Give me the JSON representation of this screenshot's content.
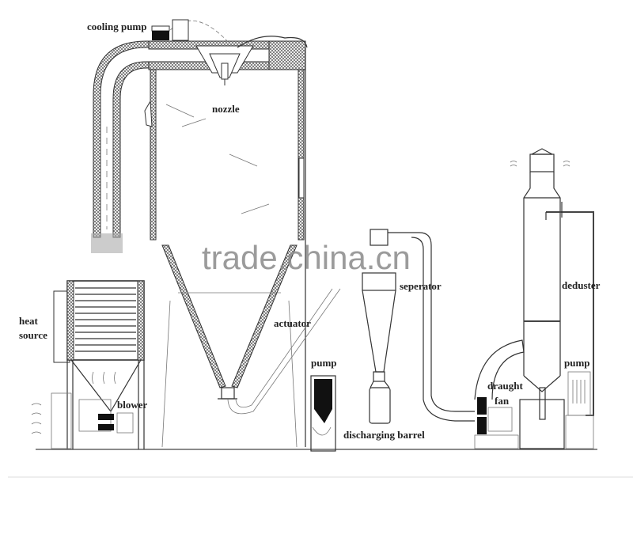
{
  "diagram": {
    "labels": {
      "cooling_pump": "cooling pump",
      "nozzle": "nozzle",
      "heat_line1": "heat",
      "heat_line2": "source",
      "blower": "blower",
      "actuator": "actuator",
      "pump_left": "pump",
      "seperator": "seperator",
      "discharging_barrel": "discharging barrel",
      "deduster": "deduster",
      "pump_right": "pump",
      "draught": "draught",
      "fan": "fan"
    },
    "watermark": "trade.china.cn"
  }
}
